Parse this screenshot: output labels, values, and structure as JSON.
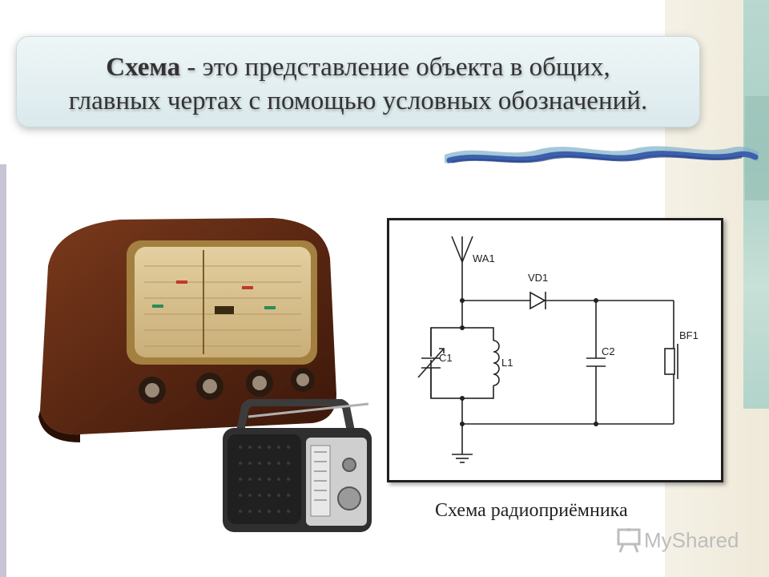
{
  "slide": {
    "title_bold": "Схема",
    "title_rest_line1": " - это представление объекта в общих,",
    "title_line2": "главных чертах с помощью условных обозначений.",
    "caption": "Схема радиоприёмника"
  },
  "schematic": {
    "labels": {
      "antenna": "WA1",
      "diode": "VD1",
      "capacitor_var": "C1",
      "inductor": "L1",
      "capacitor": "C2",
      "headphone": "BF1"
    }
  },
  "watermark": {
    "text": "MyShared",
    "icon": "presentation-board-icon"
  },
  "colors": {
    "title_box": "#e3eff1",
    "accent_teal": "#a8cfc4",
    "brush_blue": "#3c5fae"
  }
}
